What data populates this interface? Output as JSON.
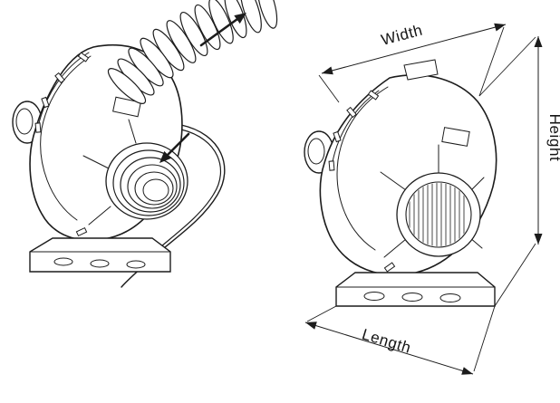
{
  "figure": {
    "left": {
      "name": "blower-with-hoses"
    },
    "right": {
      "name": "blower-with-dimensions",
      "labels": {
        "width": "Width",
        "height": "Height",
        "length": "Length"
      }
    },
    "colors": {
      "line": "#1c1c1c",
      "background": "#ffffff"
    }
  }
}
